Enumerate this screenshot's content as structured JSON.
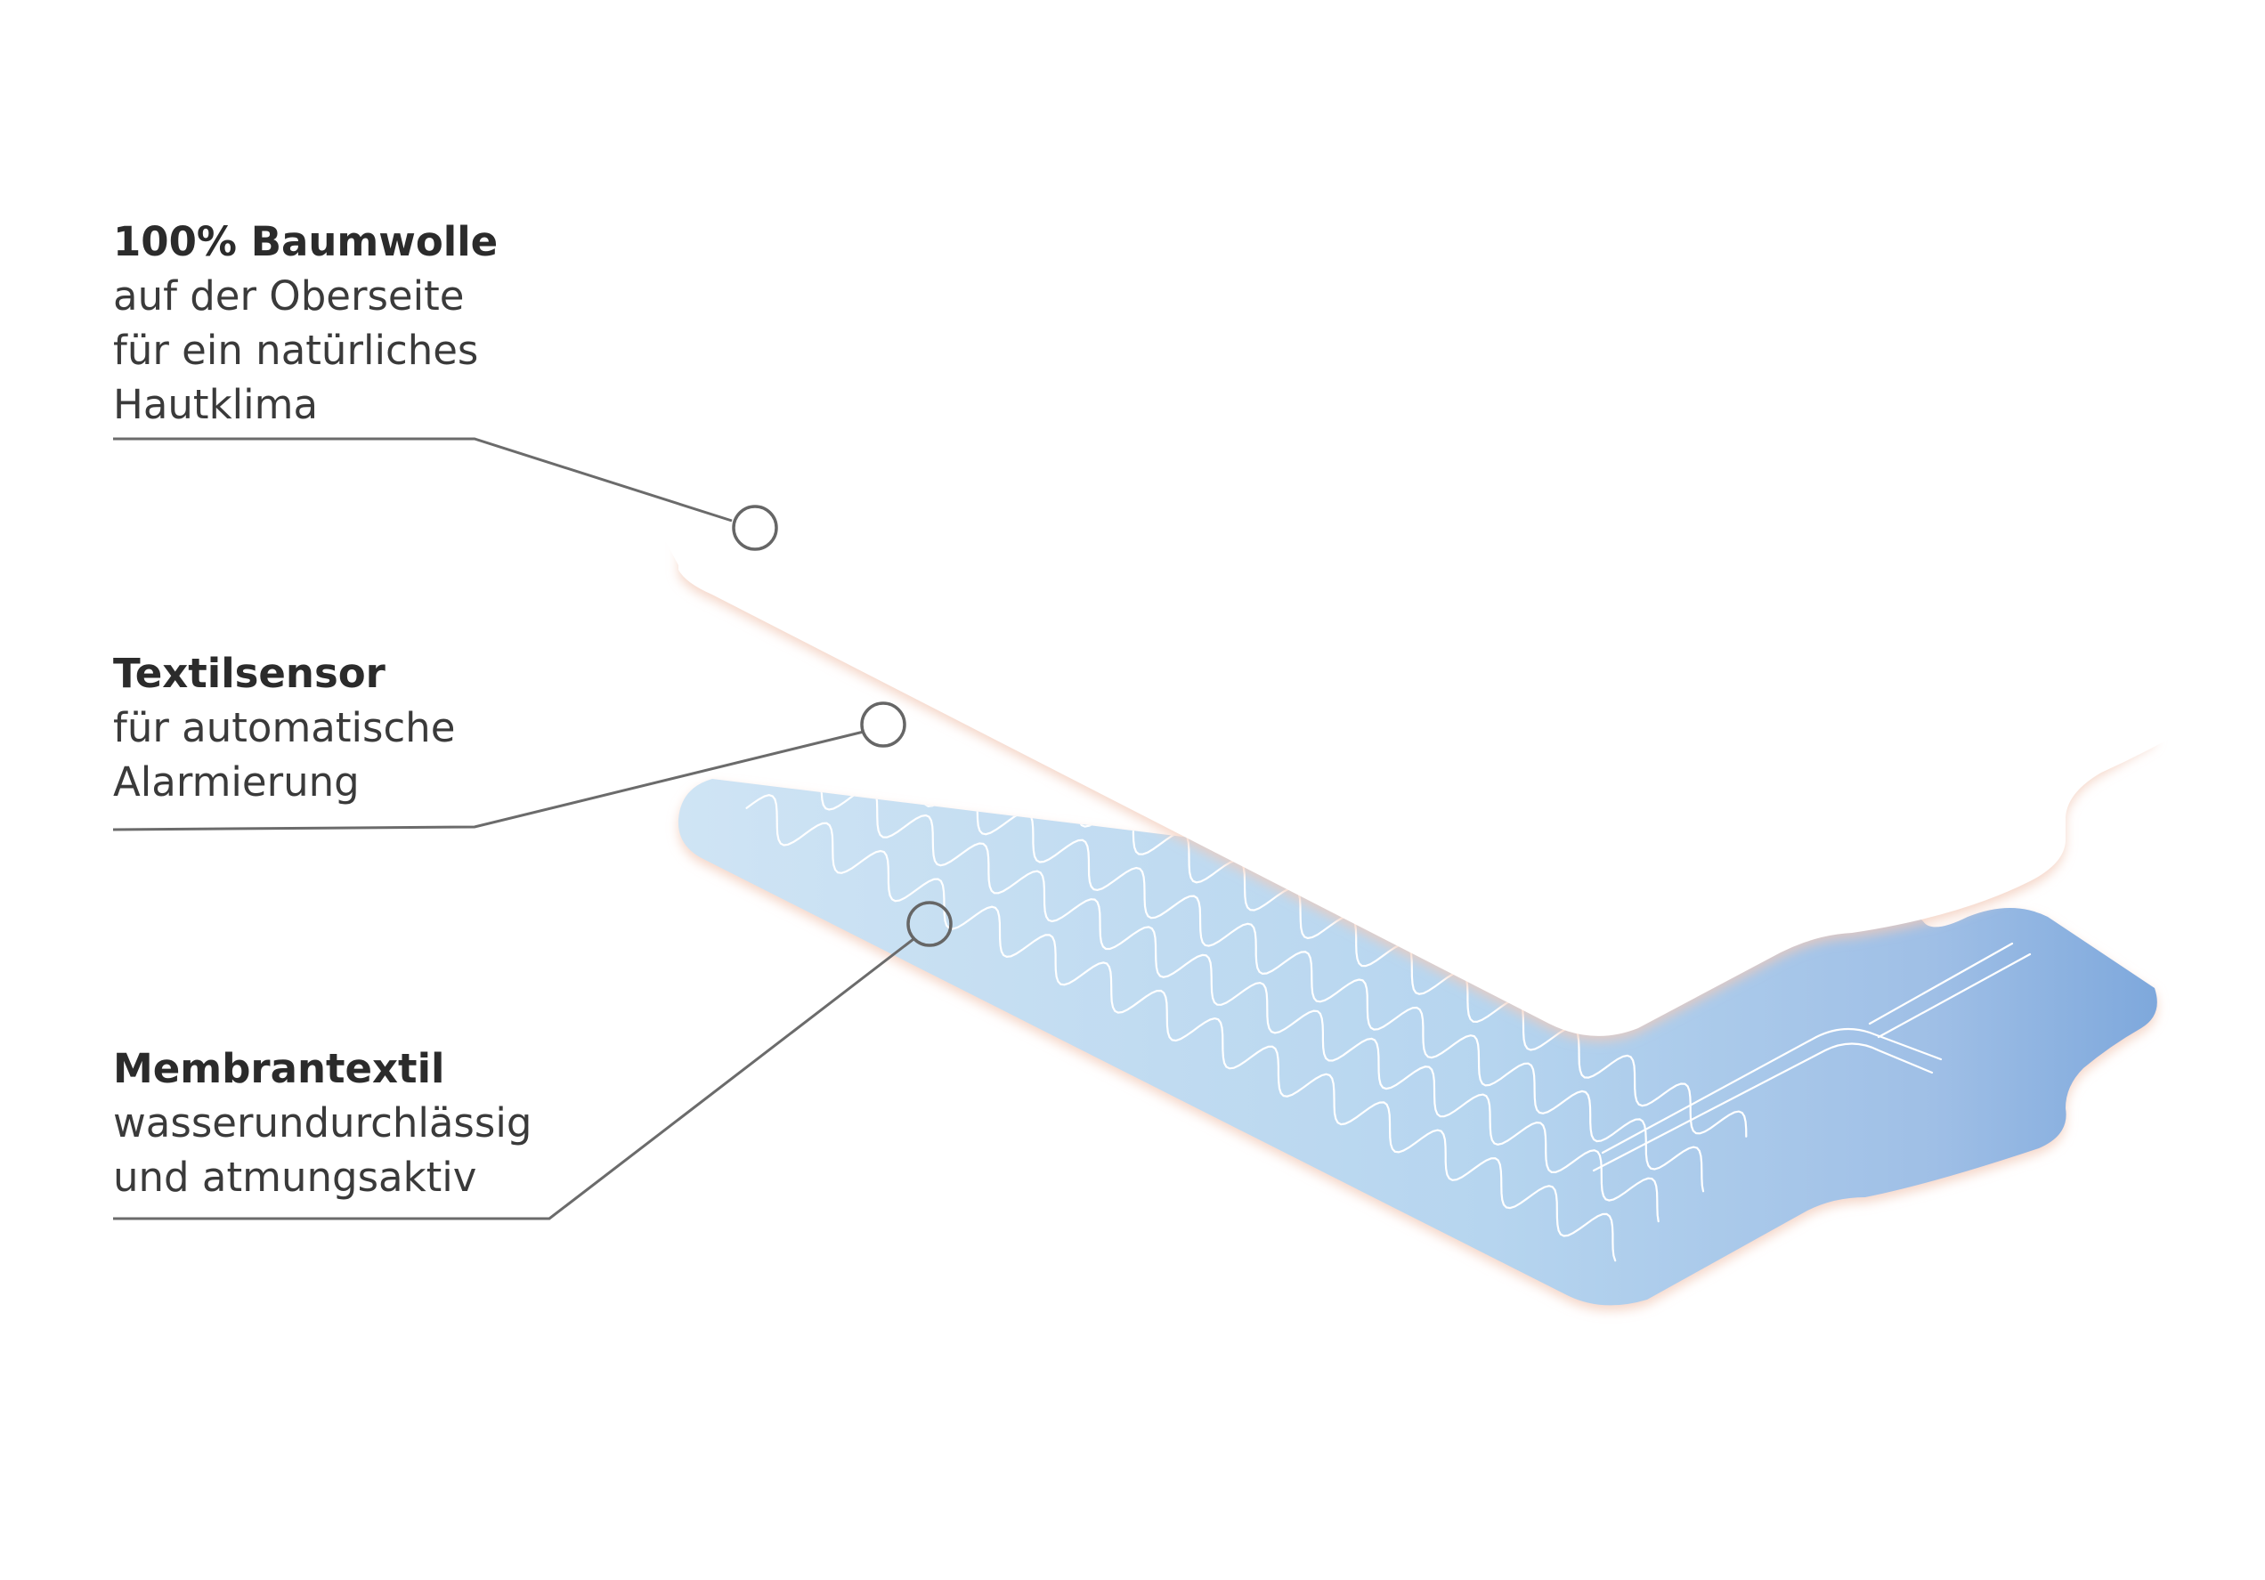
{
  "callouts": {
    "cotton": {
      "title": "100% Baumwolle",
      "lines": [
        "auf der Oberseite",
        "für ein natürliches",
        "Hautklima"
      ]
    },
    "sensor": {
      "title": "Textilsensor",
      "lines": [
        "für automatische",
        "Alarmierung"
      ]
    },
    "membrane": {
      "title": "Membrantextil",
      "lines": [
        "wasserundurchlässig",
        "und atmungsaktiv"
      ]
    }
  },
  "colors": {
    "membrane_light": "#c9e1f3",
    "membrane_dark": "#7fa9dc",
    "sensor_wire": "#ffffff",
    "cotton_top": "#ffffff",
    "cotton_edge": "#f6d9cc",
    "leader_line": "#666666",
    "text": "#333333"
  }
}
